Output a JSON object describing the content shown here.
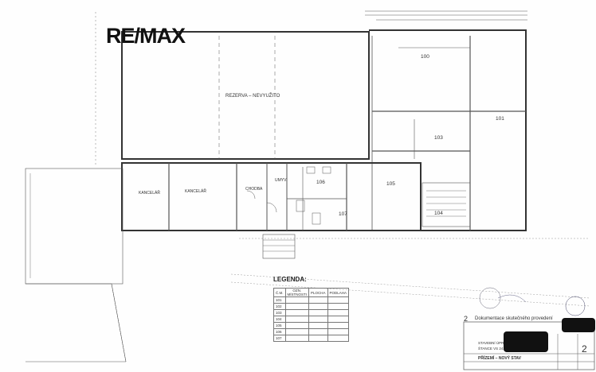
{
  "logo": {
    "text": "RE/MAX"
  },
  "rooms": {
    "rezerva": "REZERVA – NEVYUŽITO",
    "kancelar1": "KANCELÁŘ",
    "kancelar2": "KANCELÁŘ",
    "chodba": "CHODBA",
    "umyv": "UMYV.",
    "r100": "100",
    "r101": "101",
    "r103": "103",
    "r104": "104",
    "r105": "105",
    "r106": "106",
    "r107": "107"
  },
  "legend": {
    "title": "LEGENDA:",
    "headers": [
      "Č.M.",
      "OZN. MÍSTNOSTI",
      "PLOCHA",
      "PODLAHA"
    ],
    "rows": [
      [
        "101",
        "",
        "",
        ""
      ],
      [
        "102",
        "",
        "",
        ""
      ],
      [
        "103",
        "",
        "",
        ""
      ],
      [
        "104",
        "",
        "",
        ""
      ],
      [
        "105",
        "",
        "",
        ""
      ],
      [
        "106",
        "",
        "",
        ""
      ],
      [
        "107",
        "",
        "",
        ""
      ]
    ]
  },
  "title_block": {
    "number": "2",
    "approval": "Dokumentace skutečného provedení",
    "line1": "STAVEBNÍ ÚPR",
    "line2": "ŠTANCE VS 241",
    "line3": "PŘÍZEMÍ – NOVÝ STAV",
    "sheet": "2"
  },
  "colors": {
    "line": "#555555",
    "ink": "#222222",
    "redaction": "#111111"
  }
}
